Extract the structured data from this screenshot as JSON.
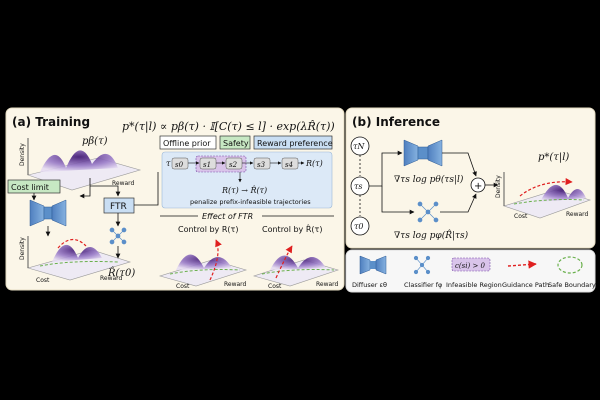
{
  "panel_a": {
    "title": "(a) Training",
    "formula": "p*(τ|l) ∝ pβ(τ) · 𝕀[C(τ) ≤ l] · exp(λR̂(τ))",
    "prior_label": "pβ(τ)",
    "axis_density": "Density",
    "axis_cost": "Cost",
    "axis_reward": "Reward",
    "tags": [
      "Offline prior",
      "Safety",
      "Reward preference"
    ],
    "cost_limit": "Cost limit",
    "ftr": "FTR",
    "tau_label": "τ :",
    "states": [
      "s0",
      "s1",
      "s2",
      "s3",
      "s4"
    ],
    "r_tau": "R(τ)",
    "r_map": "R(τ) → R̂(τ)",
    "penalize": "penalize prefix-infeasible trajectories",
    "effect_title": "Effect of FTR",
    "control_1": "Control by R(τ)",
    "control_2": "Control by R̂(τ)",
    "r_hat_tau0": "R̂(τ0)"
  },
  "panel_b": {
    "title": "(b) Inference",
    "tau_n": "τN",
    "tau_s": "τs",
    "tau_0": "τ0",
    "grad_1": "∇τs log pθ(τs|l)",
    "grad_2": "∇τs log pφ(R̂|τs)",
    "posterior": "p*(τ|l)",
    "plus": "+"
  },
  "legend": {
    "diffuser": "Diffuser εθ",
    "classifier": "Classifier fφ",
    "infeasible_formula": "c(si) > 0",
    "infeasible": "Infeasible Region",
    "guidance": "Guidance Path",
    "safe": "Safe Boundary"
  },
  "colors": {
    "panel_bg": "#fbf6e8",
    "diffuser_blue": "#5b8fc9",
    "tag_green": "#c7e8c3",
    "tag_blue": "#c9def3",
    "infeasible_purple": "#d9c4ea",
    "guidance_red": "#e02020",
    "safe_green": "#6ab04c",
    "density_purple": "#5b2d8e"
  }
}
